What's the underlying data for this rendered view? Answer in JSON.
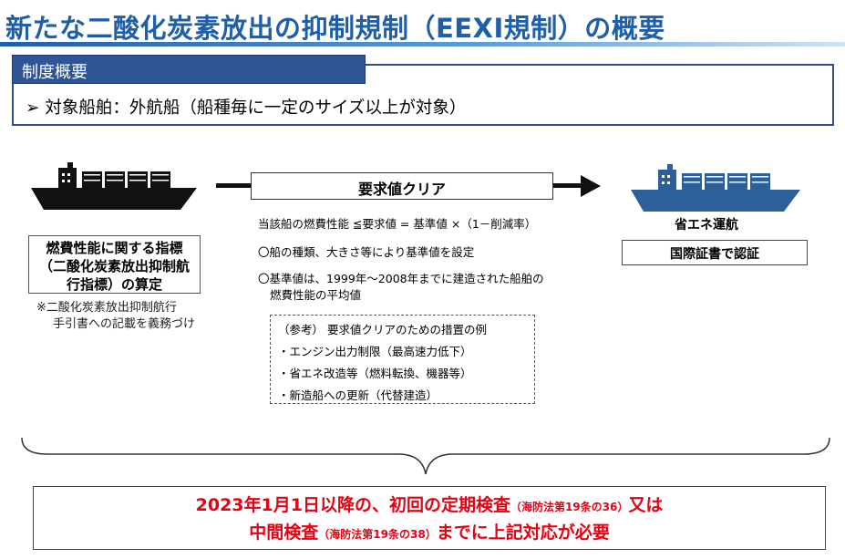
{
  "title": "新たな二酸化炭素放出の抑制規制（EEXI規制）の概要",
  "overview": {
    "tab_label": "制度概要",
    "item": "➢ 対象船舶：外航船（船種毎に一定のサイズ以上が対象）"
  },
  "left": {
    "calc_line1": "燃費性能に関する指標",
    "calc_line2": "（二酸化炭素放出抑制航",
    "calc_line3": "行指標）の算定",
    "note_line1": "※二酸化炭素放出抑制航行",
    "note_line2": "手引書への記載を義務づけ"
  },
  "center": {
    "requirement_label": "要求値クリア",
    "formula": "当該船の燃費性能 ≦要求値 = 基準値 ×（1－削減率）",
    "point1": "〇船の種類、大きさ等により基準値を設定",
    "point2_line1": "〇基準値は、1999年～2008年までに建造された船舶の",
    "point2_line2": "燃費性能の平均値",
    "examples": {
      "heading": "（参考） 要求値クリアのための措置の例",
      "items": [
        "・エンジン出力制限（最高速力低下）",
        "・省エネ改造等（燃料転換、機器等）",
        "・新造船への更新（代替建造）"
      ]
    }
  },
  "right": {
    "label": "省エネ運航",
    "certificate": "国際証書で認証"
  },
  "bottom": {
    "line1_a": "2023年1月1日以降の、初回の定期検査",
    "line1_ref": "（海防法第19条の36）",
    "line1_b": "又は",
    "line2_a": "中間検査",
    "line2_ref": "（海防法第19条の38）",
    "line2_b": "までに上記対応が必要"
  },
  "colors": {
    "title_blue": "#1f5fa8",
    "tab_navy": "#2f5597",
    "ship_black": "#111111",
    "ship_blue": "#2d5f99",
    "requirement_red": "#e60012"
  },
  "icons": {
    "left_ship": "cargo-ship-icon",
    "right_ship": "eco-cargo-ship-icon",
    "flow_arrow": "arrow-right-icon"
  }
}
